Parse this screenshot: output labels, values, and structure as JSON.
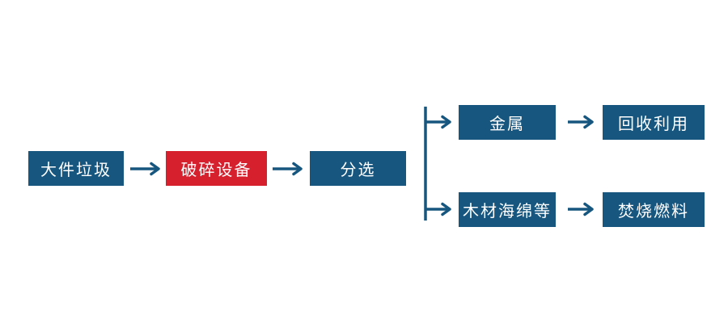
{
  "diagram": {
    "type": "flowchart",
    "background": "#FFFFFF",
    "colors": {
      "node_blue": "#16567F",
      "node_red": "#D6202E",
      "arrow": "#16567F",
      "node_text": "#FFFFFF"
    },
    "nodes": [
      {
        "id": "bulky-waste",
        "label": "大件垃圾",
        "variant": "blue"
      },
      {
        "id": "crushing-equipment",
        "label": "破碎设备",
        "variant": "red"
      },
      {
        "id": "sorting",
        "label": "分选",
        "variant": "blue"
      },
      {
        "id": "metal",
        "label": "金属",
        "variant": "blue"
      },
      {
        "id": "recycling-reuse",
        "label": "回收利用",
        "variant": "blue"
      },
      {
        "id": "wood-sponge-etc",
        "label": "木材海绵等",
        "variant": "blue"
      },
      {
        "id": "incineration-fuel",
        "label": "焚烧燃料",
        "variant": "blue"
      }
    ],
    "edges": [
      {
        "from": "大件垃圾",
        "to": "破碎设备"
      },
      {
        "from": "破碎设备",
        "to": "分选"
      },
      {
        "from": "分选",
        "to": "金属"
      },
      {
        "from": "分选",
        "to": "木材海绵等"
      },
      {
        "from": "金属",
        "to": "回收利用"
      },
      {
        "from": "木材海绵等",
        "to": "焚烧燃料"
      }
    ]
  }
}
